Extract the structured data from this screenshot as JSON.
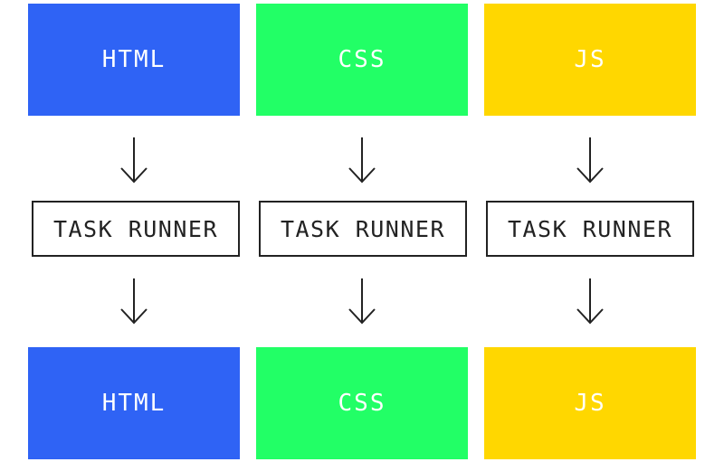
{
  "colors": {
    "html": "#2F63F5",
    "css": "#22FF66",
    "js": "#FFD700",
    "runner_border": "#222222",
    "arrow": "#222222"
  },
  "columns": [
    {
      "input_label": "HTML",
      "runner_label": "TASK RUNNER",
      "output_label": "HTML"
    },
    {
      "input_label": "CSS",
      "runner_label": "TASK RUNNER",
      "output_label": "CSS"
    },
    {
      "input_label": "JS",
      "runner_label": "TASK RUNNER",
      "output_label": "JS"
    }
  ],
  "icons": {
    "arrow": "arrow-down-icon"
  }
}
